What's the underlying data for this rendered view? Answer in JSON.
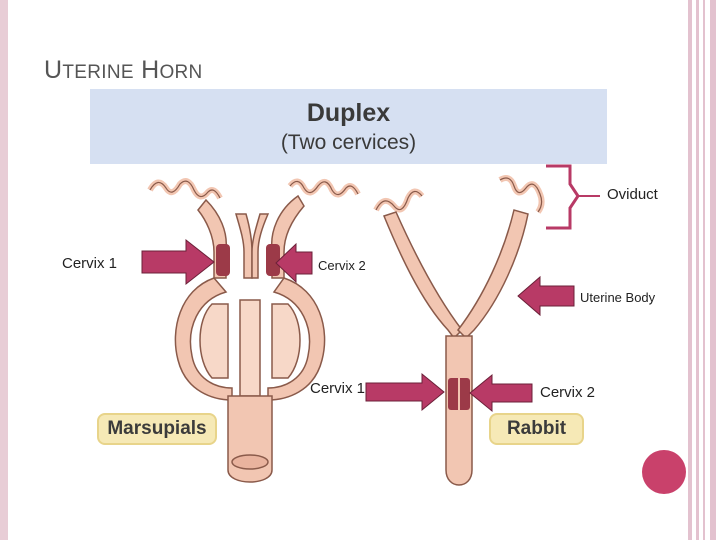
{
  "slide": {
    "title_first_cap": "U",
    "title_first_rest": "TERINE",
    "title_second_cap": "H",
    "title_second_rest": "ORN"
  },
  "banner": {
    "title": "Duplex",
    "subtitle": "(Two cervices)"
  },
  "labels": {
    "marsupial_cervix1": "Cervix 1",
    "marsupial_cervix2": "Cervix 2",
    "oviduct": "Oviduct",
    "uterine_body": "Uterine Body",
    "rabbit_cervix1": "Cervix 1",
    "rabbit_cervix2": "Cervix 2"
  },
  "badges": {
    "marsupials": "Marsupials",
    "rabbit": "Rabbit"
  },
  "colors": {
    "arrow": "#b83a66",
    "tissue": "#f2c6b2",
    "tissue_outline": "#8a5a4a",
    "cervix": "#9c3a48",
    "accent_circle": "#c9416b"
  }
}
